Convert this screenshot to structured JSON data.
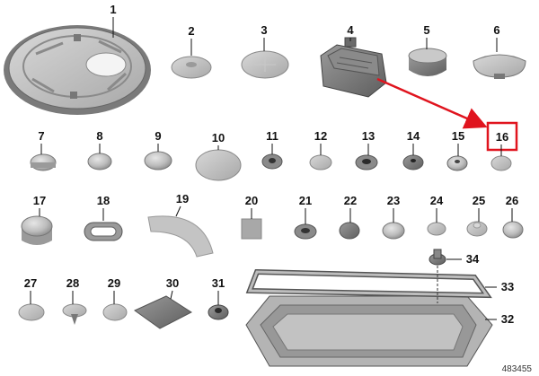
{
  "diagram_id": "483455",
  "colors": {
    "part_fill": "#bcbcbc",
    "part_dark": "#6e6e6e",
    "highlight": "#e0141e",
    "arrow": "#e0141e"
  },
  "parts": [
    {
      "number": "1"
    },
    {
      "number": "2"
    },
    {
      "number": "3"
    },
    {
      "number": "4"
    },
    {
      "number": "5"
    },
    {
      "number": "6"
    },
    {
      "number": "7"
    },
    {
      "number": "8"
    },
    {
      "number": "9"
    },
    {
      "number": "10"
    },
    {
      "number": "11"
    },
    {
      "number": "12"
    },
    {
      "number": "13"
    },
    {
      "number": "14"
    },
    {
      "number": "15"
    },
    {
      "number": "16",
      "highlighted": true
    },
    {
      "number": "17"
    },
    {
      "number": "18"
    },
    {
      "number": "19"
    },
    {
      "number": "20"
    },
    {
      "number": "21"
    },
    {
      "number": "22"
    },
    {
      "number": "23"
    },
    {
      "number": "24"
    },
    {
      "number": "25"
    },
    {
      "number": "26"
    },
    {
      "number": "27"
    },
    {
      "number": "28"
    },
    {
      "number": "29"
    },
    {
      "number": "30"
    },
    {
      "number": "31"
    },
    {
      "number": "32"
    },
    {
      "number": "33"
    },
    {
      "number": "34"
    }
  ]
}
